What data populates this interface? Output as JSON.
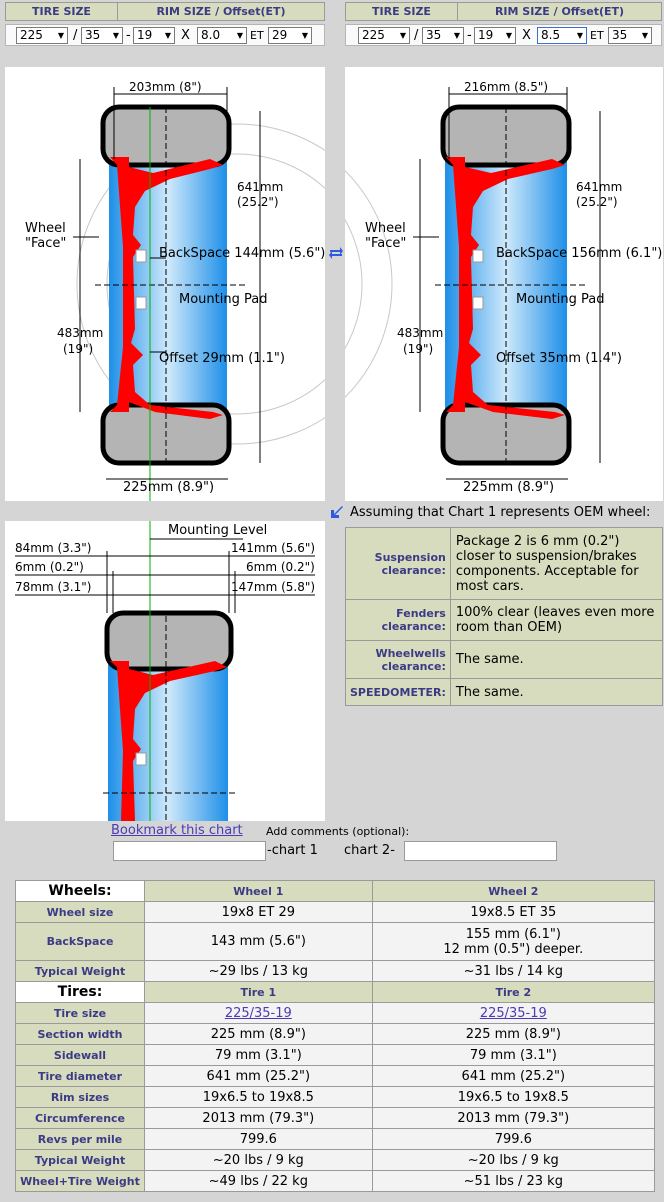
{
  "selectors": {
    "header_tire": "TIRE SIZE",
    "header_rim": "RIM SIZE / Offset(ET)",
    "slash": "/",
    "dash": "-",
    "x": "X",
    "et": "ET",
    "left": {
      "width": "225",
      "ratio": "35",
      "diameter": "19",
      "rim_width": "8.0",
      "offset": "29"
    },
    "right": {
      "width": "225",
      "ratio": "35",
      "diameter": "19",
      "rim_width": "8.5",
      "offset": "35"
    }
  },
  "chart1": {
    "rim_width": "203mm (8\")",
    "diameter_mm": "641mm",
    "diameter_in": "(25.2\")",
    "wheel_face_1": "Wheel",
    "wheel_face_2": "\"Face\"",
    "backspace": "BackSpace 144mm (5.6\")",
    "mounting_pad": "Mounting Pad",
    "rim_diam_mm": "483mm",
    "rim_diam_in": "(19\")",
    "offset": "Offset 29mm (1.1\")",
    "tire_width": "225mm (8.9\")"
  },
  "chart2": {
    "rim_width": "216mm (8.5\")",
    "diameter_mm": "641mm",
    "diameter_in": "(25.2\")",
    "wheel_face_1": "Wheel",
    "wheel_face_2": "\"Face\"",
    "backspace": "BackSpace 156mm (6.1\")",
    "mounting_pad": "Mounting Pad",
    "rim_diam_mm": "483mm",
    "rim_diam_in": "(19\")",
    "offset": "Offset 35mm (1.4\")",
    "tire_width": "225mm (8.9\")"
  },
  "swap_icon": "swap-arrows-icon",
  "overlay": {
    "mounting_level": "Mounting Level",
    "l1": "84mm (3.3\")",
    "l2": "6mm (0.2\")",
    "l3": "78mm (3.1\")",
    "r1": "141mm (5.6\")",
    "r2": "6mm (0.2\")",
    "r3": "147mm (5.8\")"
  },
  "assumption": {
    "title": "Assuming that Chart 1 represents OEM wheel:",
    "rows": [
      {
        "k": "Suspension clearance:",
        "v": "Package 2 is 6 mm (0.2\") closer to suspension/brakes components. Acceptable for most cars."
      },
      {
        "k": "Fenders clearance:",
        "v": "100% clear (leaves even more room than OEM)"
      },
      {
        "k": "Wheelwells clearance:",
        "v": "The same."
      },
      {
        "k": "SPEEDOMETER:",
        "v": "The same."
      }
    ]
  },
  "bookmark": "Bookmark this chart",
  "comments": {
    "label": "Add comments (optional):",
    "c1": "-chart 1",
    "c2": "chart 2-"
  },
  "comparison": {
    "wheels_label": "Wheels:",
    "wheel1": "Wheel 1",
    "wheel2": "Wheel 2",
    "wheel_rows": [
      {
        "k": "Wheel size",
        "a": "19x8 ET 29",
        "b": "19x8.5 ET 35"
      },
      {
        "k": "BackSpace",
        "a": "143 mm (5.6\")",
        "b": "155 mm (6.1\")",
        "b2": "12 mm (0.5\") deeper."
      },
      {
        "k": "Typical Weight",
        "a": "~29 lbs / 13 kg",
        "b": "~31 lbs / 14 kg"
      }
    ],
    "tires_label": "Tires:",
    "tire1": "Tire 1",
    "tire2": "Tire 2",
    "tire_rows": [
      {
        "k": "Tire size",
        "a": "225/35-19",
        "b": "225/35-19",
        "link": true
      },
      {
        "k": "Section width",
        "a": "225 mm (8.9\")",
        "b": "225 mm (8.9\")"
      },
      {
        "k": "Sidewall",
        "a": "79 mm (3.1\")",
        "b": "79 mm (3.1\")"
      },
      {
        "k": "Tire diameter",
        "a": "641 mm (25.2\")",
        "b": "641 mm (25.2\")"
      },
      {
        "k": "Rim sizes",
        "a": "19x6.5 to 19x8.5",
        "b": "19x6.5 to 19x8.5"
      },
      {
        "k": "Circumference",
        "a": "2013 mm (79.3\")",
        "b": "2013 mm (79.3\")"
      },
      {
        "k": "Revs per mile",
        "a": "799.6",
        "b": "799.6"
      },
      {
        "k": "Typical Weight",
        "a": "~20 lbs / 9 kg",
        "b": "~20 lbs / 9 kg"
      },
      {
        "k": "Wheel+Tire Weight",
        "a": "~49 lbs / 22 kg",
        "b": "~51 lbs / 23 kg"
      }
    ]
  },
  "colors": {
    "header_bg": "#d8dcbe",
    "header_text": "#3b3b85",
    "link": "#4b3bb4",
    "spoke": "#ff0000",
    "tire": "#b4b4b4"
  }
}
